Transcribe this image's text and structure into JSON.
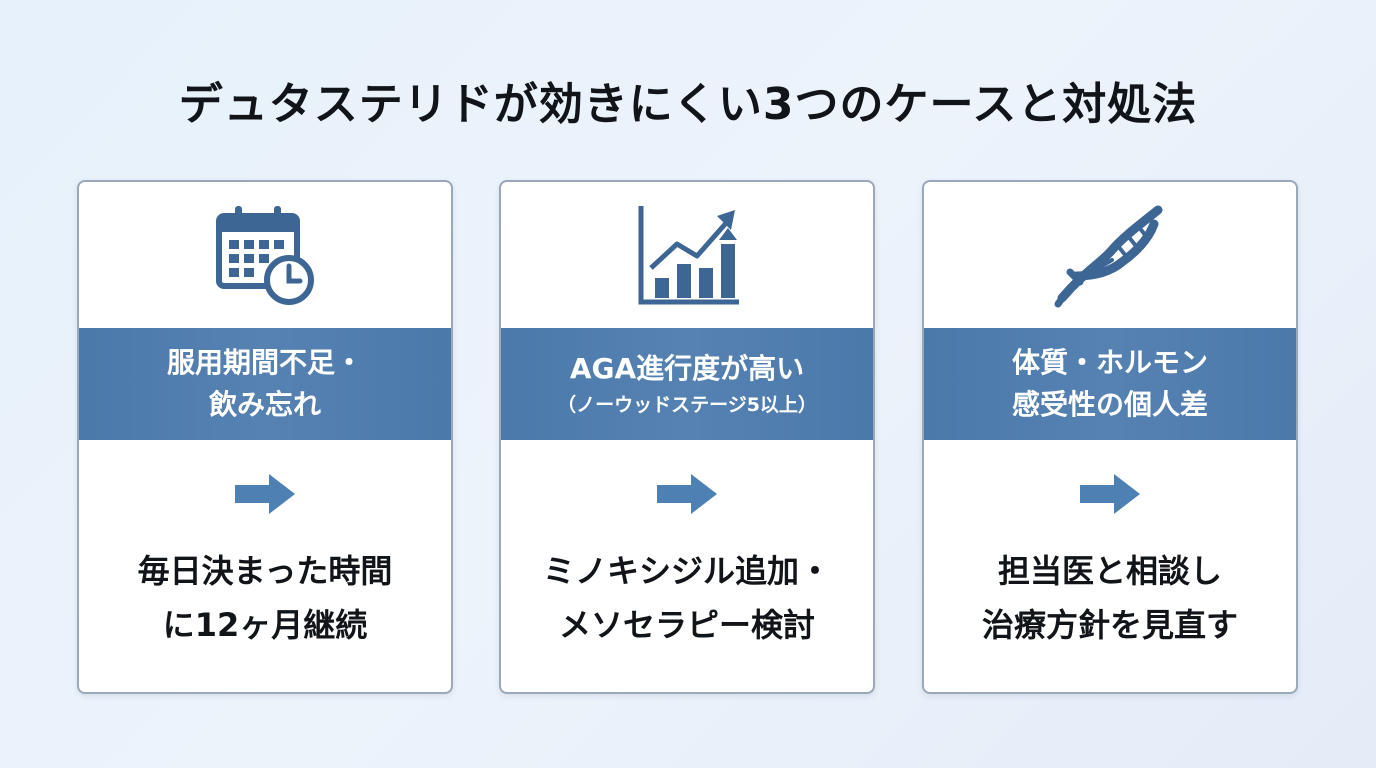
{
  "title": "デュタステリドが効きにくい3つのケースと対処法",
  "colors": {
    "accent": "#4a79aa",
    "icon": "#3d6694",
    "arrow": "#4e80b3",
    "text": "#111418"
  },
  "cards": [
    {
      "icon": "calendar-clock-icon",
      "cause_lines": [
        "服用期間不足・",
        "飲み忘れ"
      ],
      "cause_sub": "",
      "action_lines": [
        "毎日決まった時間",
        "に12ヶ月継続"
      ]
    },
    {
      "icon": "growth-chart-icon",
      "cause_lines": [
        "AGA進行度が高い"
      ],
      "cause_sub": "（ノーウッドステージ5以上）",
      "action_lines": [
        "ミノキシジル追加・",
        "メソセラピー検討"
      ]
    },
    {
      "icon": "dna-icon",
      "cause_lines": [
        "体質・ホルモン",
        "感受性の個人差"
      ],
      "cause_sub": "",
      "action_lines": [
        "担当医と相談し",
        "治療方針を見直す"
      ]
    }
  ]
}
